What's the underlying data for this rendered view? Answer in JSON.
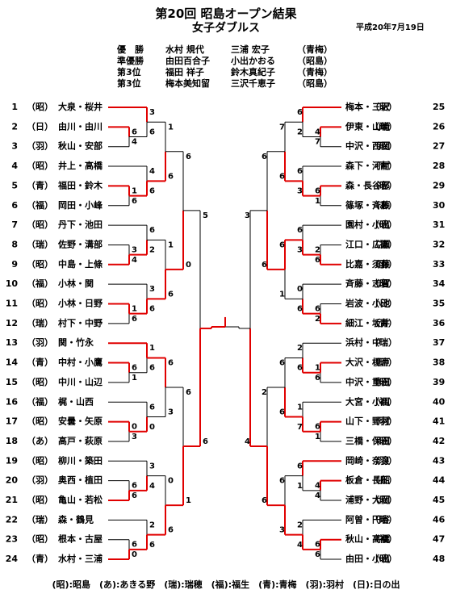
{
  "title": "第20回 昭島オープン結果",
  "subtitle": "女子ダブルス",
  "date": "平成20年7月19日",
  "results": [
    {
      "rank": "優　勝",
      "p1": "水村 規代",
      "p2": "三浦 宏子",
      "club": "（青梅）"
    },
    {
      "rank": "準優勝",
      "p1": "由田百合子",
      "p2": "小出かおる",
      "club": "（昭島）"
    },
    {
      "rank": "第3位",
      "p1": "福田 祥子",
      "p2": "鈴木真紀子",
      "club": "（青梅）"
    },
    {
      "rank": "第3位",
      "p1": "梅本美知留",
      "p2": "三沢千恵子",
      "club": "（昭島）"
    }
  ],
  "left_entries": [
    {
      "num": "1",
      "club": "（昭）",
      "pair": "大泉・桜井"
    },
    {
      "num": "2",
      "club": "（日）",
      "pair": "由川・由川"
    },
    {
      "num": "3",
      "club": "（羽）",
      "pair": "秋山・安部"
    },
    {
      "num": "4",
      "club": "（昭）",
      "pair": "井上・高橋"
    },
    {
      "num": "5",
      "club": "（青）",
      "pair": "福田・鈴木"
    },
    {
      "num": "6",
      "club": "（福）",
      "pair": "岡田・小峰"
    },
    {
      "num": "7",
      "club": "（昭）",
      "pair": "丹下・池田"
    },
    {
      "num": "8",
      "club": "（瑞）",
      "pair": "佐野・溝部"
    },
    {
      "num": "9",
      "club": "（昭）",
      "pair": "中島・上條"
    },
    {
      "num": "10",
      "club": "（福）",
      "pair": "小林・関"
    },
    {
      "num": "11",
      "club": "（昭）",
      "pair": "小林・日野"
    },
    {
      "num": "12",
      "club": "（瑞）",
      "pair": "村下・中野"
    },
    {
      "num": "13",
      "club": "（羽）",
      "pair": "関・竹永"
    },
    {
      "num": "14",
      "club": "（青）",
      "pair": "中村・小鷹"
    },
    {
      "num": "15",
      "club": "（昭）",
      "pair": "中川・山辺"
    },
    {
      "num": "16",
      "club": "（福）",
      "pair": "梶・山西"
    },
    {
      "num": "17",
      "club": "（昭）",
      "pair": "安曇・矢原"
    },
    {
      "num": "18",
      "club": "（あ）",
      "pair": "高戸・萩原"
    },
    {
      "num": "19",
      "club": "（昭）",
      "pair": "柳川・築田"
    },
    {
      "num": "20",
      "club": "（羽）",
      "pair": "奥西・植田"
    },
    {
      "num": "21",
      "club": "（昭）",
      "pair": "亀山・若松"
    },
    {
      "num": "22",
      "club": "（瑞）",
      "pair": "森・鶴見"
    },
    {
      "num": "23",
      "club": "（昭）",
      "pair": "根本・古屋"
    },
    {
      "num": "24",
      "club": "（青）",
      "pair": "水村・三浦"
    }
  ],
  "right_entries": [
    {
      "num": "25",
      "club": "（昭）",
      "pair": "梅本・三沢"
    },
    {
      "num": "26",
      "club": "（瑞）",
      "pair": "伊東・山崎"
    },
    {
      "num": "27",
      "club": "（昭）",
      "pair": "中沢・西岡"
    },
    {
      "num": "28",
      "club": "（青）",
      "pair": "森下・河村"
    },
    {
      "num": "29",
      "club": "（昭）",
      "pair": "森・長谷部"
    },
    {
      "num": "30",
      "club": "（あ）",
      "pair": "篠塚・斉藤"
    },
    {
      "num": "31",
      "club": "（昭）",
      "pair": "園村・小出"
    },
    {
      "num": "32",
      "club": "（福）",
      "pair": "江口・広瀬"
    },
    {
      "num": "33",
      "club": "（羽）",
      "pair": "比嘉・須藤"
    },
    {
      "num": "34",
      "club": "（昭）",
      "pair": "斉藤・志賀"
    },
    {
      "num": "35",
      "club": "（日）",
      "pair": "岩波・小池"
    },
    {
      "num": "36",
      "club": "（青）",
      "pair": "細江・坂井"
    },
    {
      "num": "37",
      "club": "（瑞）",
      "pair": "浜村・中"
    },
    {
      "num": "38",
      "club": "（瑞）",
      "pair": "大沢・榎戸"
    },
    {
      "num": "39",
      "club": "（昭）",
      "pair": "中沢・重田"
    },
    {
      "num": "40",
      "club": "（福）",
      "pair": "大宮・小川"
    },
    {
      "num": "41",
      "club": "（羽）",
      "pair": "山下・野村"
    },
    {
      "num": "42",
      "club": "（昭）",
      "pair": "三橋・保田"
    },
    {
      "num": "43",
      "club": "（羽）",
      "pair": "岡崎・奈良"
    },
    {
      "num": "44",
      "club": "（日）",
      "pair": "板倉・長船"
    },
    {
      "num": "45",
      "club": "（昭）",
      "pair": "浦野・大岡"
    },
    {
      "num": "46",
      "club": "（瑞）",
      "pair": "阿曽・円谷"
    },
    {
      "num": "47",
      "club": "（福）",
      "pair": "秋山・高橋"
    },
    {
      "num": "48",
      "club": "（昭）",
      "pair": "由田・小出"
    }
  ],
  "scores": [
    "6",
    "4",
    "3",
    "6",
    "1",
    "6",
    "4",
    "6",
    "1",
    "6",
    "3",
    "4",
    "6",
    "2",
    "1",
    "6",
    "3",
    "6",
    "1",
    "6",
    "6",
    "1",
    "1",
    "6",
    "0",
    "3",
    "6",
    "0",
    "6",
    "3",
    "6",
    "6",
    "3",
    "4",
    "6",
    "0",
    "2",
    "6",
    "0",
    "6",
    "6",
    "0",
    "6",
    "1",
    "5",
    "6",
    "4",
    "7",
    "6",
    "2",
    "6",
    "1",
    "6",
    "3",
    "7",
    "6",
    "2",
    "6",
    "6",
    "3",
    "6",
    "2",
    "0",
    "6",
    "6",
    "1",
    "1",
    "6",
    "2",
    "6",
    "6",
    "1",
    "1",
    "7",
    "6",
    "6",
    "4",
    "4",
    "6",
    "1",
    "6",
    "6",
    "2",
    "4",
    "6",
    "3",
    "6",
    "6",
    "2",
    "6",
    "3",
    "4",
    "6",
    "6",
    "0",
    "6"
  ],
  "legend": "(昭):昭島　(あ):あきる野　(瑞):瑞穂　(福):福生　(青):青梅　(羽):羽村　(日):日の出",
  "colors": {
    "winner_line": "#e00000",
    "loser_line": "#000000"
  }
}
